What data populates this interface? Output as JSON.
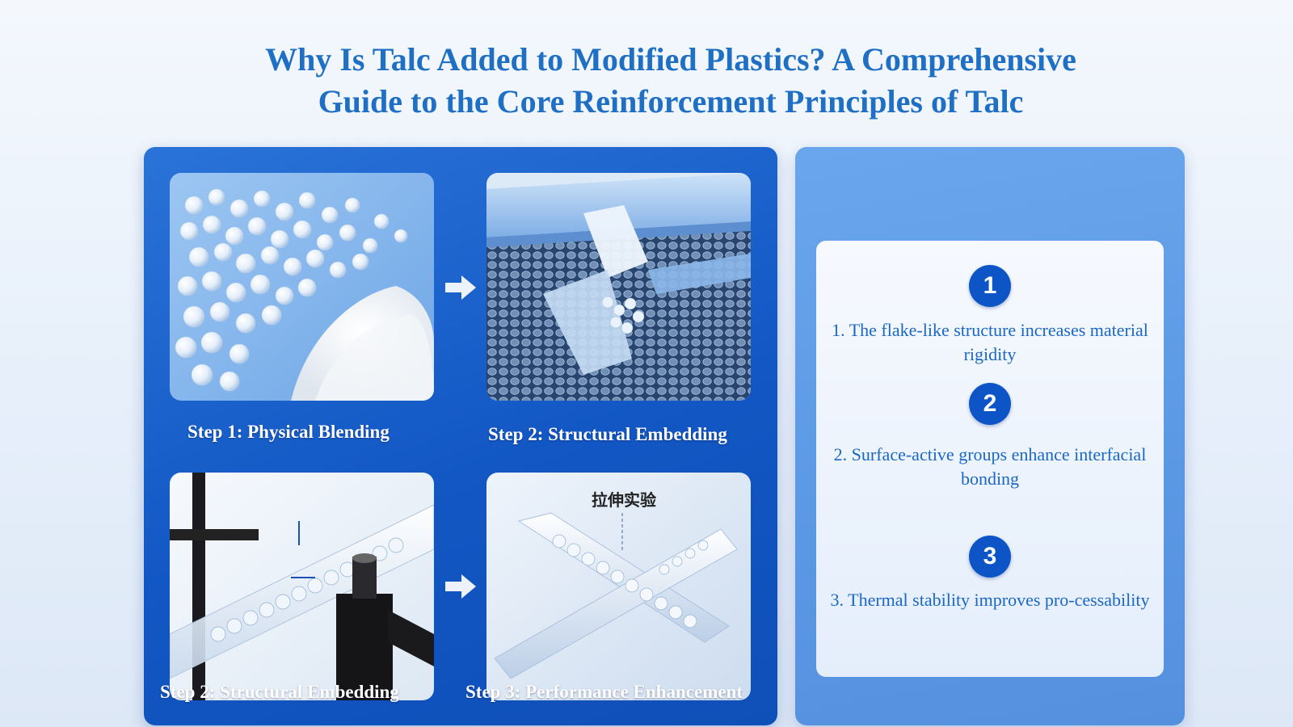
{
  "title": {
    "line1": "Why Is Talc Added to Modified Plastics? A Comprehensive",
    "line2": "Guide to the Core Reinforcement Principles of Talc"
  },
  "steps": [
    {
      "caption": "Step 1: Physical Blending"
    },
    {
      "caption": "Step 2: Structural Embedding"
    },
    {
      "caption": "Step 2: Structural Embedding"
    },
    {
      "caption": "Step 3: Performance Enhancement"
    }
  ],
  "tile4_label": "拉伸实验",
  "principles": [
    {
      "number": "1",
      "text": "1. The flake-like structure increases material rigidity"
    },
    {
      "number": "2",
      "text": "2. Surface-active groups enhance interfacial bonding"
    },
    {
      "number": "3",
      "text": "3. Thermal stability improves pro-cessability"
    }
  ],
  "colors": {
    "title": "#1f6fc4",
    "panel_blue": "#1257c4",
    "number_badge": "#0d55c6",
    "point_text": "#1a68c4"
  },
  "icons": [
    "arrow-right-icon"
  ]
}
